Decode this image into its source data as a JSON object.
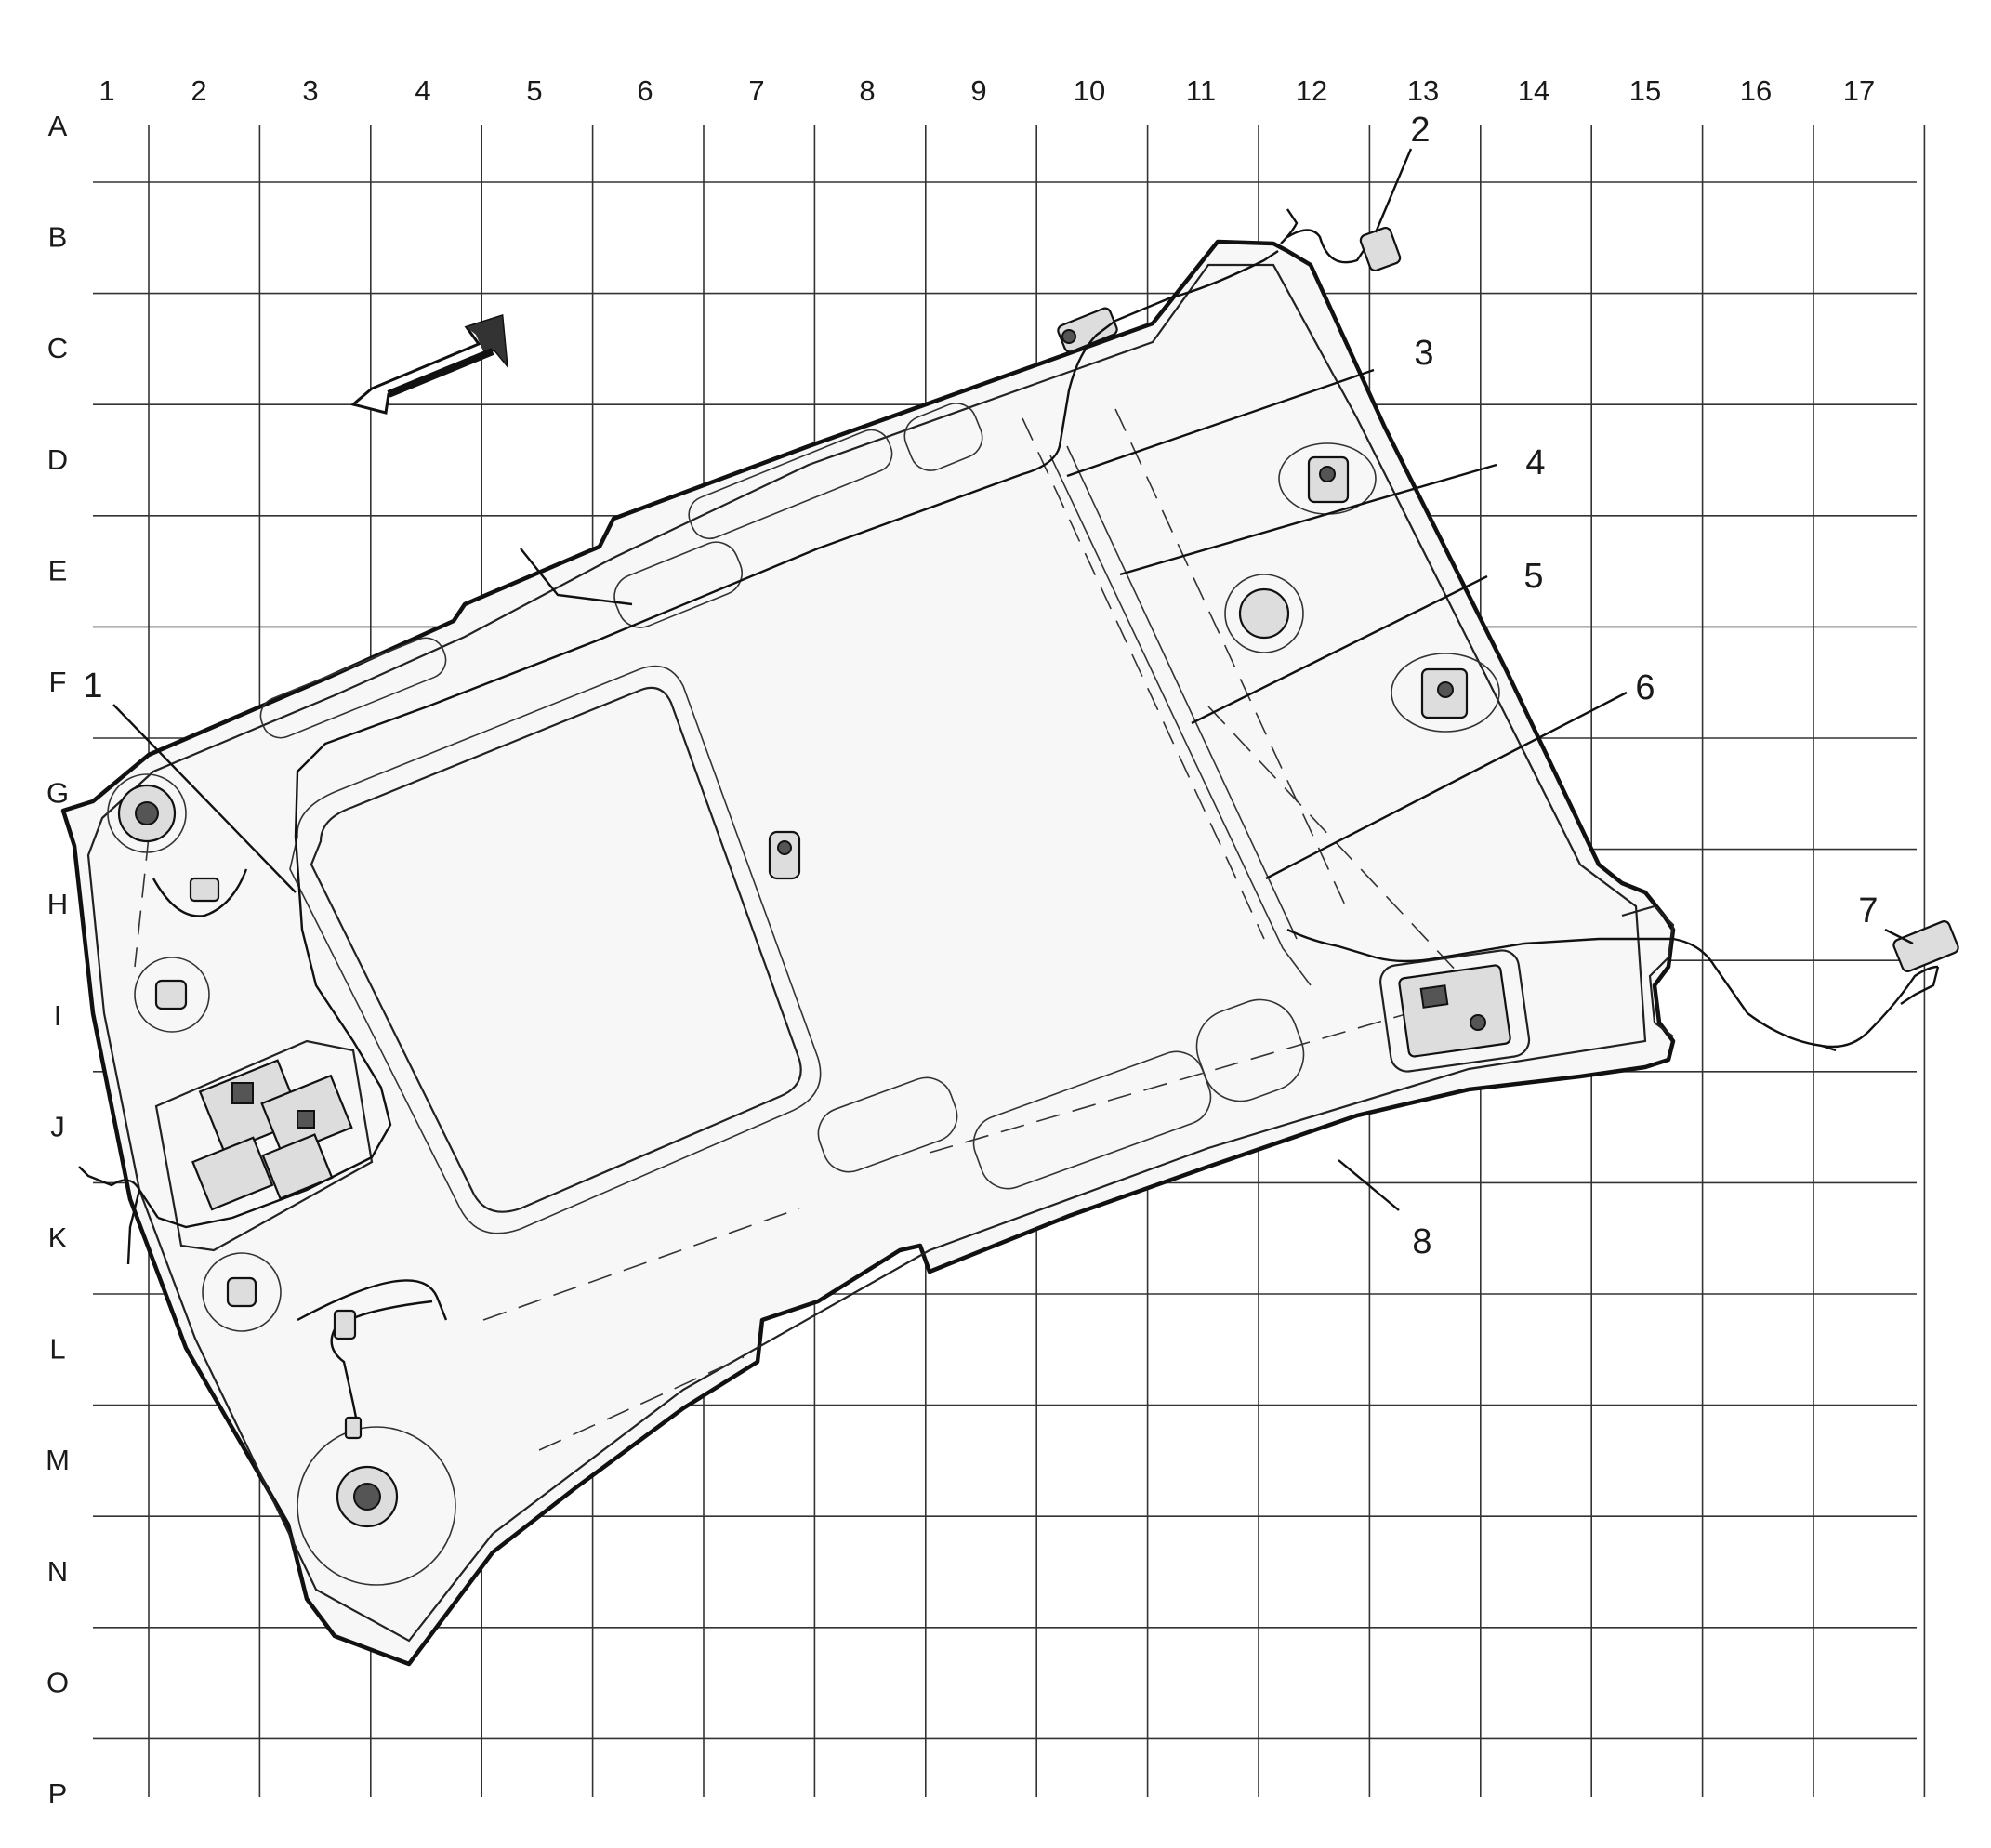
{
  "grid": {
    "columns": [
      "1",
      "2",
      "3",
      "4",
      "5",
      "6",
      "7",
      "8",
      "9",
      "10",
      "11",
      "12",
      "13",
      "14",
      "15",
      "16",
      "17"
    ],
    "rows": [
      "A",
      "B",
      "C",
      "D",
      "E",
      "F",
      "G",
      "H",
      "I",
      "J",
      "K",
      "L",
      "M",
      "N",
      "O",
      "P"
    ]
  },
  "callouts": [
    {
      "id": "callout-1",
      "label": "1"
    },
    {
      "id": "callout-2",
      "label": "2"
    },
    {
      "id": "callout-3",
      "label": "3"
    },
    {
      "id": "callout-4",
      "label": "4"
    },
    {
      "id": "callout-5",
      "label": "5"
    },
    {
      "id": "callout-6",
      "label": "6"
    },
    {
      "id": "callout-7",
      "label": "7"
    },
    {
      "id": "callout-8",
      "label": "8"
    }
  ],
  "icons": [
    "front-direction-arrow-icon"
  ],
  "colors": {
    "line": "#111111",
    "panel": "#f7f7f7",
    "background": "#ffffff"
  }
}
